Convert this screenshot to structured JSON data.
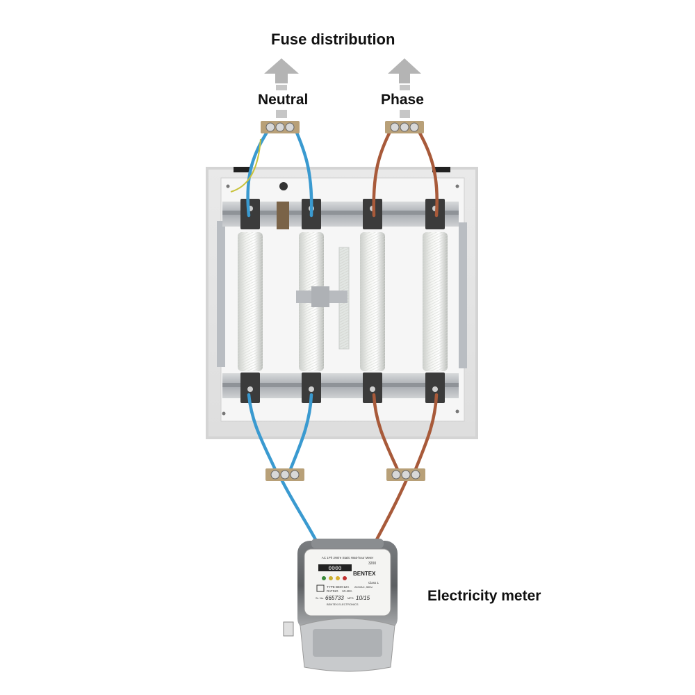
{
  "title": "Fuse distribution",
  "labels": {
    "neutral": "Neutral",
    "phase": "Phase",
    "meter": "Electricity meter"
  },
  "meter": {
    "brand": "BENTEX",
    "type_line": "TYPE BEM-12A",
    "rating_label": "RATING",
    "rating_value": "10-40A",
    "voltage": "240VAC, 50Hz",
    "serial_label": "Sr. No.",
    "serial": "665733",
    "mfg_label": "MFD",
    "mfg": "10/15",
    "maker": "BENTEX ELECTRONICS",
    "header": "AC 1Ph 2Wire Static Watt-hour Meter",
    "counter": "0000",
    "impulse": "3200",
    "class": "Class 1"
  },
  "colors": {
    "neutral_wire": "#3a9ad0",
    "phase_wire": "#a85a3a",
    "arrow": "#b4b4b4",
    "enclosure": "#e6e6e6",
    "terminal_block": "#b8a078"
  }
}
